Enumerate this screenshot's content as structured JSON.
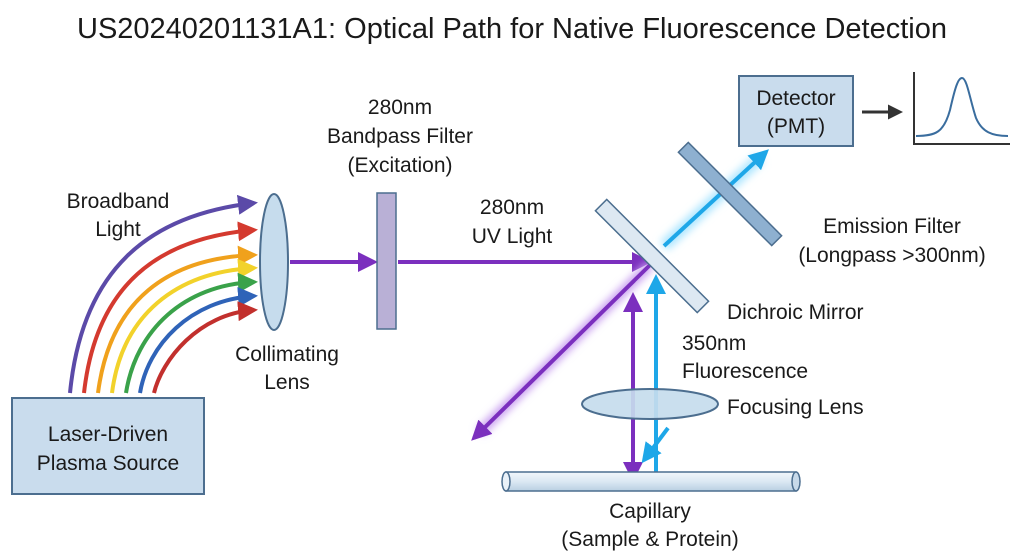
{
  "title": "US20240201131A1: Optical Path for Native Fluorescence Detection",
  "labels": {
    "broadband_light": [
      "Broadband",
      "Light"
    ],
    "source": [
      "Laser-Driven",
      "Plasma Source"
    ],
    "collimating_lens": [
      "Collimating",
      "Lens"
    ],
    "bandpass_filter": [
      "280nm",
      "Bandpass Filter",
      "(Excitation)"
    ],
    "uv_light": [
      "280nm",
      "UV Light"
    ],
    "detector": [
      "Detector",
      "(PMT)"
    ],
    "emission_filter": [
      "Emission Filter",
      "(Longpass >300nm)"
    ],
    "dichroic_mirror": "Dichroic Mirror",
    "fluorescence": [
      "350nm",
      "Fluorescence"
    ],
    "focusing_lens": "Focusing Lens",
    "capillary": [
      "Capillary",
      "(Sample & Protein)"
    ]
  },
  "colors": {
    "uv": "#7b2fbe",
    "uv_glow": "#c9a0f0",
    "fluorescence": "#1ea7e8",
    "fluorescence_glow": "#aee6ff",
    "box_fill": "#c9dced",
    "box_stroke": "#4c6e8f",
    "lens_fill": "#c6dced",
    "filter_fill": "#b9b0d6",
    "emission_filter_fill": "#8eb0d0",
    "dichroic_fill": "#dde8f2",
    "spectrum": [
      "#5b4aa8",
      "#d43a2f",
      "#f0a11c",
      "#f2d22b",
      "#3aa24a",
      "#2f63b8",
      "#c2302d"
    ]
  }
}
